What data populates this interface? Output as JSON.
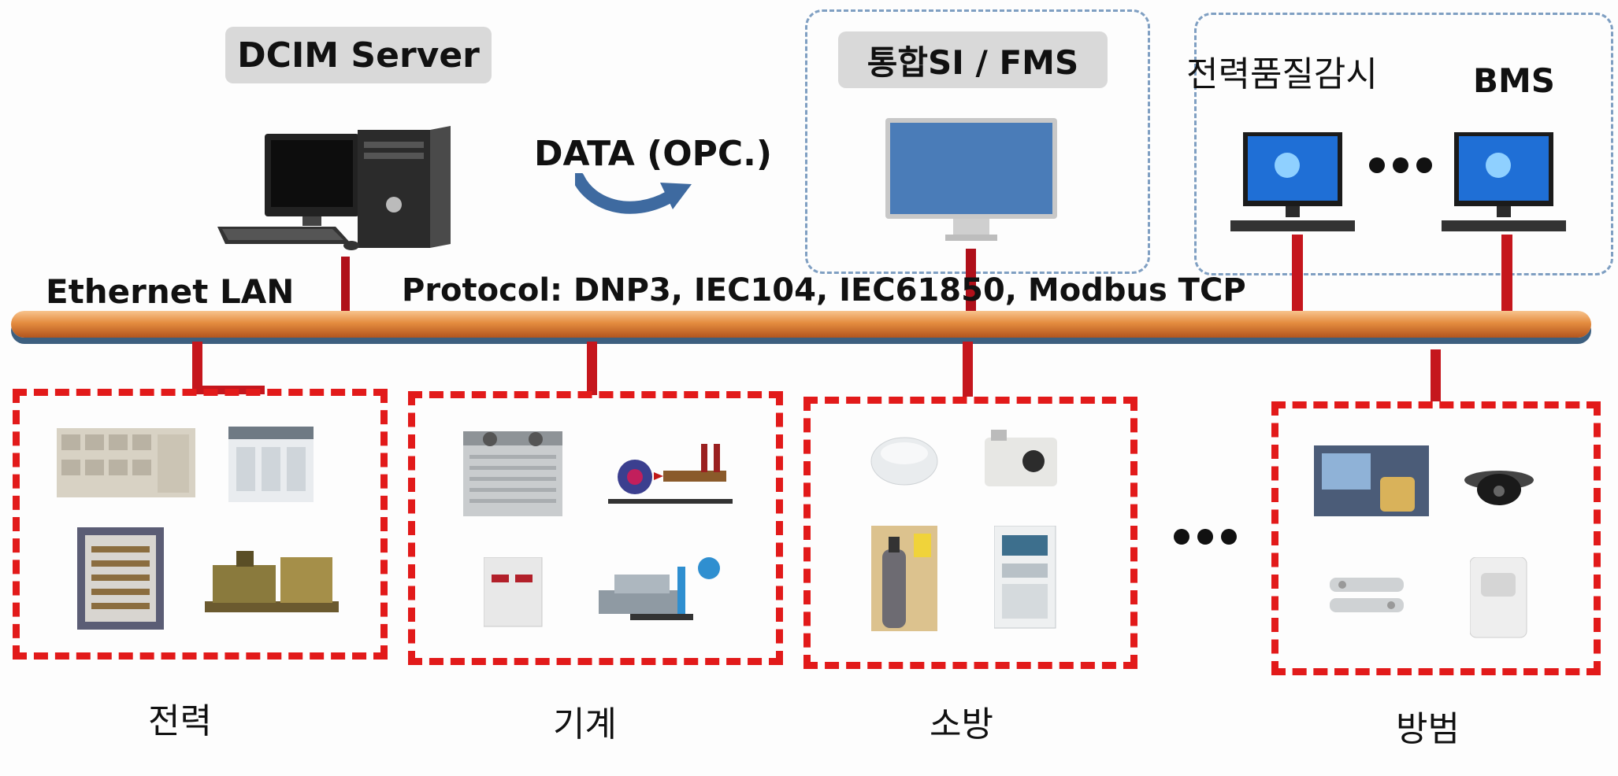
{
  "server": {
    "label": "DCIM Server"
  },
  "data_flow": {
    "label": "DATA (OPC.)"
  },
  "network": {
    "name": "Ethernet LAN",
    "protocol": "Protocol: DNP3, IEC104, IEC61850, Modbus TCP"
  },
  "monitoring": {
    "si_fms": "통합SI / FMS",
    "power_quality": "전력품질감시",
    "bms": "BMS"
  },
  "groups": [
    {
      "label": "전력"
    },
    {
      "label": "기계"
    },
    {
      "label": "소방"
    },
    {
      "label": "방범"
    }
  ],
  "colors": {
    "lan_bar": "#e0863a",
    "red_dash": "#e21a1a",
    "blue_dash": "#7f9fc2",
    "pill_bg": "#d9d9d9"
  }
}
